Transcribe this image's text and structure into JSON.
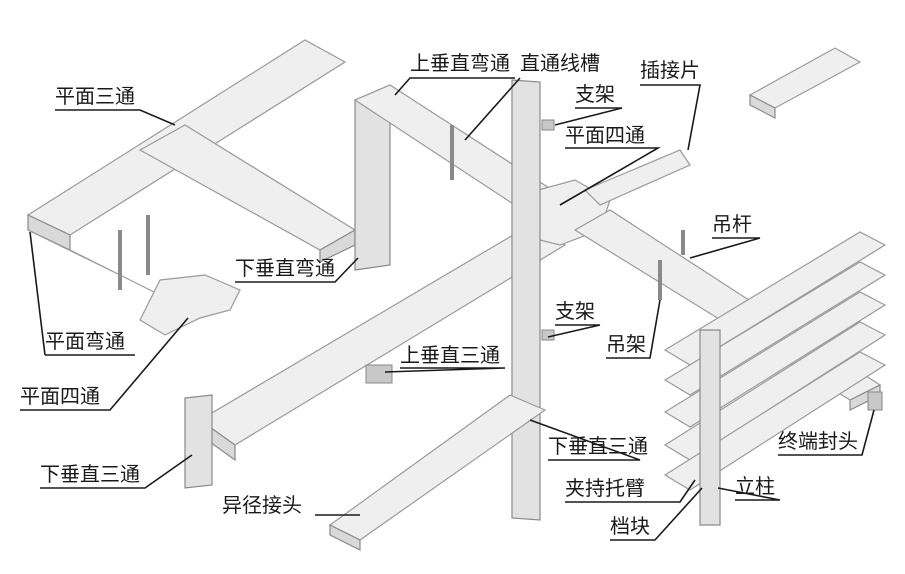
{
  "labels": {
    "plane_tee_top": "平面三通",
    "up_vertical_elbow": "上垂直弯通",
    "straight_tray": "直通线槽",
    "splice_plate": "插接片",
    "bracket_top": "支架",
    "plane_cross_center": "平面四通",
    "hanger_rod": "吊杆",
    "down_vertical_elbow": "下垂直弯通",
    "plane_elbow": "平面弯通",
    "plane_cross_left": "平面四通",
    "bracket_mid": "支架",
    "hanger_bracket": "吊架",
    "up_vertical_tee": "上垂直三通",
    "down_vertical_tee_left": "下垂直三通",
    "down_vertical_tee_right": "下垂直三通",
    "reducer": "异径接头",
    "end_cap": "终端封头",
    "clamp_arm": "夹持托臂",
    "column": "立柱",
    "stopper": "档块"
  }
}
